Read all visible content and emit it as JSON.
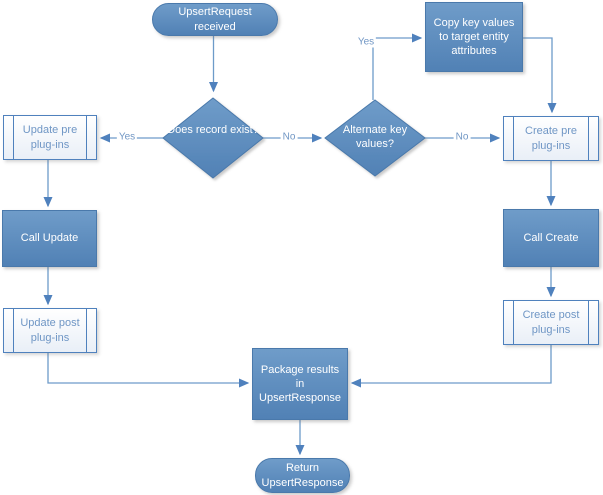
{
  "diagram": {
    "description": "Upsert message processing flowchart",
    "colors": {
      "dark_fill_top": "#6f9cc9",
      "dark_fill_bottom": "#5181b5",
      "dark_border": "#4a79ab",
      "light_fill_bottom": "#e9eff7",
      "light_border": "#4f81bd",
      "light_text": "#6f96c5",
      "dark_text": "#ffffff",
      "connector_line": "#6d9bc9",
      "arrowhead": "#4f81bd",
      "edge_label_text": "#7096c4"
    },
    "nodes": {
      "start": {
        "label": "UpsertRequest received",
        "type": "terminator"
      },
      "does_record_exist": {
        "label": "Does record exist?",
        "type": "decision"
      },
      "update_pre": {
        "label": "Update pre plug-ins",
        "type": "predefined-process"
      },
      "call_update": {
        "label": "Call Update",
        "type": "process"
      },
      "update_post": {
        "label": "Update post plug-ins",
        "type": "predefined-process"
      },
      "alternate_key": {
        "label": "Alternate key values?",
        "type": "decision"
      },
      "copy_key_values": {
        "label": "Copy key values to target entity attributes",
        "type": "process"
      },
      "create_pre": {
        "label": "Create pre plug-ins",
        "type": "predefined-process"
      },
      "call_create": {
        "label": "Call Create",
        "type": "process"
      },
      "create_post": {
        "label": "Create post plug-ins",
        "type": "predefined-process"
      },
      "package_results": {
        "label": "Package results in UpsertResponse",
        "type": "process"
      },
      "return_response": {
        "label": "Return UpsertResponse",
        "type": "terminator"
      }
    },
    "edge_labels": {
      "exists_yes": "Yes",
      "exists_no": "No",
      "altkey_yes": "Yes",
      "altkey_no": "No"
    }
  }
}
